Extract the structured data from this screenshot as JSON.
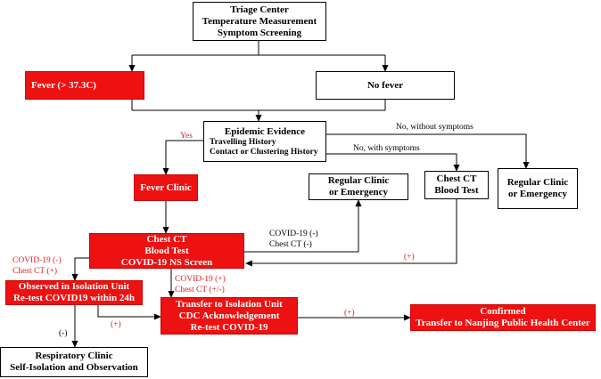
{
  "nodes": {
    "triage": [
      "Triage Center",
      "Temperature Measurement",
      "Symptom Screening"
    ],
    "fever": "Fever (> 37.3C)",
    "no_fever": "No fever",
    "epidemic": {
      "title": "Epidemic Evidence",
      "lines": [
        "Travelling History",
        "Contact or Clustering History"
      ]
    },
    "fever_clinic": "Fever Clinic",
    "regular_clinic_1": [
      "Regular Clinic",
      "or Emergency"
    ],
    "chest_ct_blood": [
      "Chest CT",
      "Blood Test"
    ],
    "regular_clinic_2": [
      "Regular Clinic",
      "or Emergency"
    ],
    "chest_ct_main": [
      "Chest CT",
      "Blood Test",
      "COVID-19 NS Screen"
    ],
    "observed": [
      "Observed in Isolation Unit",
      "Re-test COVID19 within 24h"
    ],
    "transfer_isolation": [
      "Transfer to Isolation Unit",
      "CDC Acknowledgement",
      "Re-test COVID-19"
    ],
    "confirmed": [
      "Confirmed",
      "Transfer to Nanjing Public Health Center"
    ],
    "respiratory": [
      "Respiratory Clinic",
      "Self-Isolation and Observation"
    ]
  },
  "labels": {
    "yes": "Yes",
    "no_without_symptoms": "No, without symptoms",
    "no_with_symptoms": "No, with symptoms",
    "covid_neg_ct_neg": [
      "COVID-19 (-)",
      "Chest CT (-)"
    ],
    "covid_neg_ct_pos": [
      "COVID-19 (-)",
      "Chest CT (+)"
    ],
    "covid_pos_ct_pm": [
      "COVID-19 (+)",
      "Chest CT (+/-)"
    ],
    "plus_right": "(+)",
    "plus_mid": "(+)",
    "plus_confirmed": "(+)",
    "minus": "(-)"
  },
  "colors": {
    "red_fill": "#ee1111",
    "red_text": "#e02020",
    "line": "#000000"
  }
}
